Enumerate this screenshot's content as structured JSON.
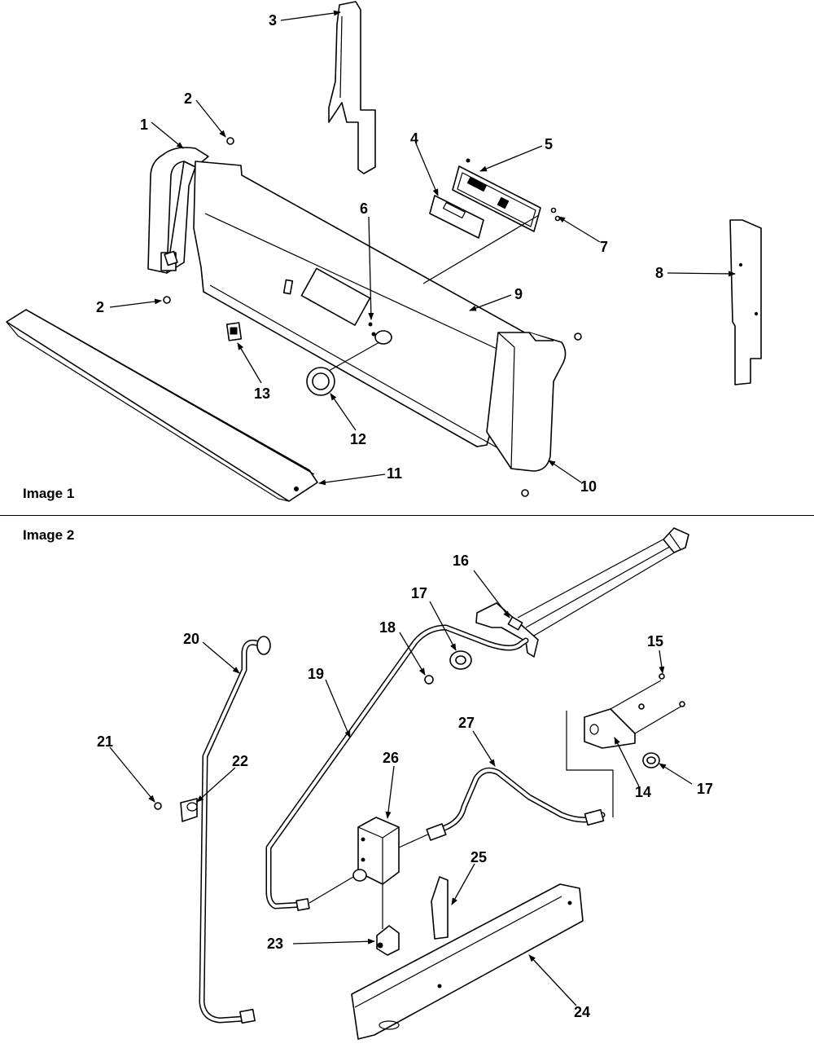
{
  "panels": [
    {
      "label": "Image 1"
    },
    {
      "label": "Image 2"
    }
  ],
  "callouts": [
    "1",
    "2",
    "2",
    "3",
    "4",
    "5",
    "6",
    "7",
    "8",
    "9",
    "10",
    "11",
    "12",
    "13",
    "14",
    "15",
    "16",
    "17",
    "17",
    "18",
    "19",
    "20",
    "21",
    "22",
    "23",
    "24",
    "25",
    "26",
    "27"
  ],
  "colors": {
    "ink": "#000000",
    "paper": "#ffffff"
  },
  "icons": {
    "arrowhead": "arrowhead-icon"
  }
}
